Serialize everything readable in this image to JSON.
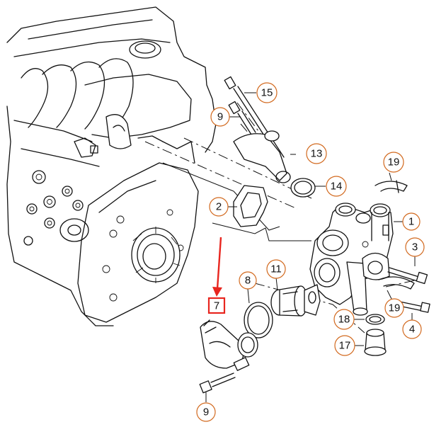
{
  "colors": {
    "callout_ring": "#d2691e",
    "highlight": "#e8261f",
    "line": "#111111"
  },
  "callouts": [
    {
      "id": "c15",
      "label": "15"
    },
    {
      "id": "c9a",
      "label": "9"
    },
    {
      "id": "c13",
      "label": "13"
    },
    {
      "id": "c14",
      "label": "14"
    },
    {
      "id": "c19a",
      "label": "19"
    },
    {
      "id": "c2",
      "label": "2"
    },
    {
      "id": "c1",
      "label": "1"
    },
    {
      "id": "c3",
      "label": "3"
    },
    {
      "id": "c11",
      "label": "11"
    },
    {
      "id": "c8",
      "label": "8"
    },
    {
      "id": "c19b",
      "label": "19"
    },
    {
      "id": "c18",
      "label": "18"
    },
    {
      "id": "c4",
      "label": "4"
    },
    {
      "id": "c17",
      "label": "17"
    },
    {
      "id": "c9b",
      "label": "9"
    }
  ],
  "highlight_label": "7"
}
